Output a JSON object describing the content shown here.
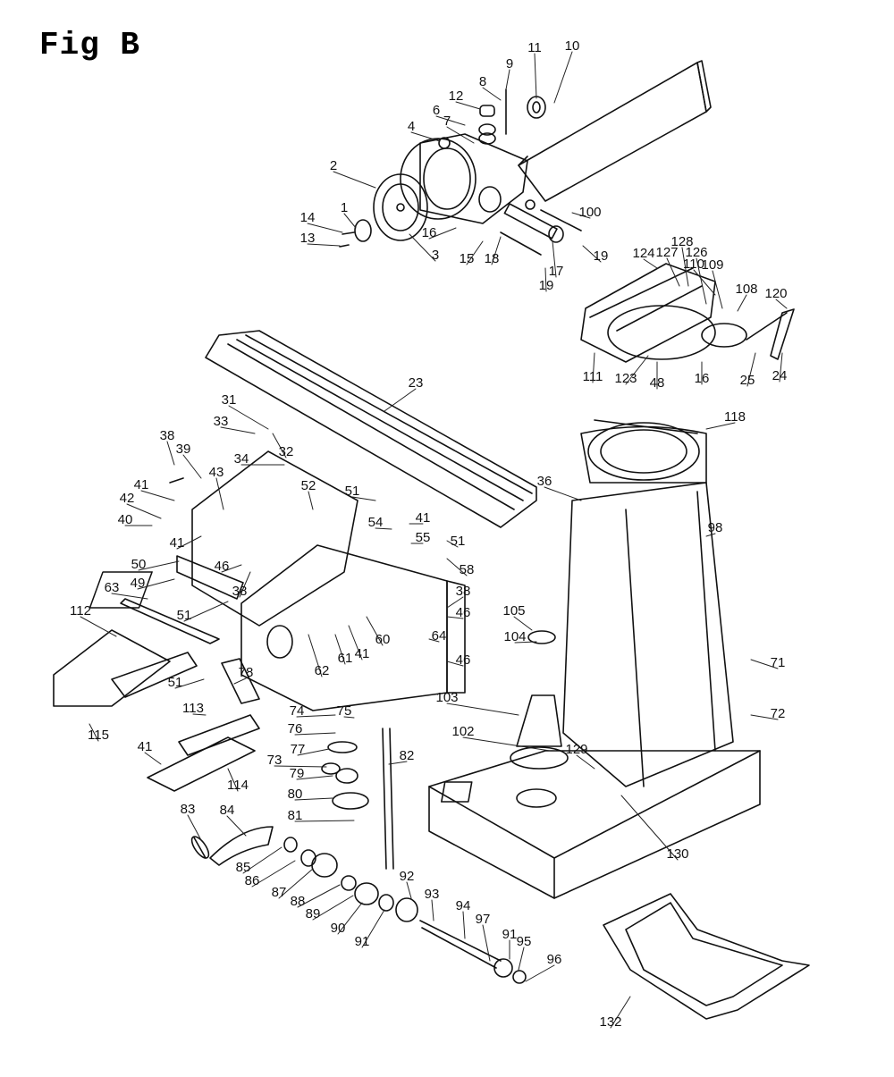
{
  "figure": {
    "title": "Fig B"
  },
  "parts": [
    {
      "label": "1"
    },
    {
      "label": "2"
    },
    {
      "label": "3"
    },
    {
      "label": "4"
    },
    {
      "label": "6"
    },
    {
      "label": "7"
    },
    {
      "label": "8"
    },
    {
      "label": "9"
    },
    {
      "label": "10"
    },
    {
      "label": "11"
    },
    {
      "label": "12"
    },
    {
      "label": "13"
    },
    {
      "label": "14"
    },
    {
      "label": "15"
    },
    {
      "label": "16"
    },
    {
      "label": "16"
    },
    {
      "label": "17"
    },
    {
      "label": "18"
    },
    {
      "label": "19"
    },
    {
      "label": "19"
    },
    {
      "label": "23"
    },
    {
      "label": "24"
    },
    {
      "label": "25"
    },
    {
      "label": "31"
    },
    {
      "label": "32"
    },
    {
      "label": "33"
    },
    {
      "label": "34"
    },
    {
      "label": "36"
    },
    {
      "label": "38"
    },
    {
      "label": "38"
    },
    {
      "label": "38"
    },
    {
      "label": "39"
    },
    {
      "label": "40"
    },
    {
      "label": "41"
    },
    {
      "label": "41"
    },
    {
      "label": "41"
    },
    {
      "label": "41"
    },
    {
      "label": "41"
    },
    {
      "label": "42"
    },
    {
      "label": "43"
    },
    {
      "label": "46"
    },
    {
      "label": "46"
    },
    {
      "label": "46"
    },
    {
      "label": "48"
    },
    {
      "label": "49"
    },
    {
      "label": "50"
    },
    {
      "label": "51"
    },
    {
      "label": "51"
    },
    {
      "label": "51"
    },
    {
      "label": "51"
    },
    {
      "label": "52"
    },
    {
      "label": "54"
    },
    {
      "label": "55"
    },
    {
      "label": "58"
    },
    {
      "label": "60"
    },
    {
      "label": "61"
    },
    {
      "label": "62"
    },
    {
      "label": "63"
    },
    {
      "label": "64"
    },
    {
      "label": "71"
    },
    {
      "label": "72"
    },
    {
      "label": "73"
    },
    {
      "label": "74"
    },
    {
      "label": "75"
    },
    {
      "label": "76"
    },
    {
      "label": "77"
    },
    {
      "label": "78"
    },
    {
      "label": "79"
    },
    {
      "label": "80"
    },
    {
      "label": "81"
    },
    {
      "label": "82"
    },
    {
      "label": "83"
    },
    {
      "label": "84"
    },
    {
      "label": "85"
    },
    {
      "label": "86"
    },
    {
      "label": "87"
    },
    {
      "label": "88"
    },
    {
      "label": "89"
    },
    {
      "label": "90"
    },
    {
      "label": "91"
    },
    {
      "label": "91"
    },
    {
      "label": "92"
    },
    {
      "label": "93"
    },
    {
      "label": "94"
    },
    {
      "label": "95"
    },
    {
      "label": "96"
    },
    {
      "label": "97"
    },
    {
      "label": "98"
    },
    {
      "label": "100"
    },
    {
      "label": "102"
    },
    {
      "label": "103"
    },
    {
      "label": "104"
    },
    {
      "label": "105"
    },
    {
      "label": "108"
    },
    {
      "label": "109"
    },
    {
      "label": "110"
    },
    {
      "label": "111"
    },
    {
      "label": "112"
    },
    {
      "label": "113"
    },
    {
      "label": "114"
    },
    {
      "label": "115"
    },
    {
      "label": "118"
    },
    {
      "label": "120"
    },
    {
      "label": "123"
    },
    {
      "label": "124"
    },
    {
      "label": "126"
    },
    {
      "label": "127"
    },
    {
      "label": "128"
    },
    {
      "label": "129"
    },
    {
      "label": "130"
    },
    {
      "label": "132"
    }
  ]
}
